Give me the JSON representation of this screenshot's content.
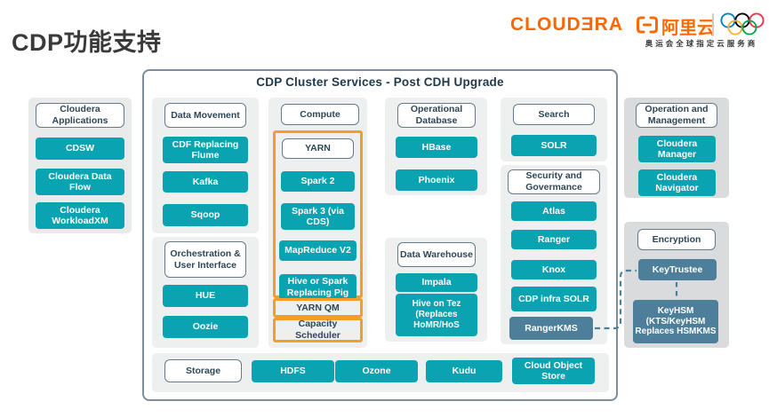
{
  "slide": {
    "title": "CDP功能支持"
  },
  "brand": {
    "cloudera_wordmark": "CLOUDƎRA",
    "alicloud_wordmark": "阿里云",
    "olympic_tagline": "奥运会全球指定云服务商"
  },
  "diagram": {
    "title": "CDP Cluster Services - Post CDH Upgrade",
    "cloudera_applications": {
      "header": "Cloudera Applications",
      "items": [
        "CDSW",
        "Cloudera Data Flow",
        "Cloudera WorkloadXM"
      ]
    },
    "data_movement": {
      "header": "Data Movement",
      "items": [
        "CDF Replacing Flume",
        "Kafka",
        "Sqoop"
      ]
    },
    "orchestration": {
      "header": "Orchestration & User Interface",
      "items": [
        "HUE",
        "Oozie"
      ]
    },
    "compute": {
      "header": "Compute",
      "yarn": "YARN",
      "items": [
        "Spark 2",
        "Spark 3 (via CDS)",
        "MapReduce V2",
        "Hive or Spark Replacing Pig"
      ],
      "yarn_qm": "YARN QM",
      "capacity_scheduler": "Capacity Scheduler"
    },
    "operational_database": {
      "header": "Operational Database",
      "items": [
        "HBase",
        "Phoenix"
      ]
    },
    "data_warehouse": {
      "header": "Data Warehouse",
      "items": [
        "Impala",
        "Hive on Tez (Replaces HoMR/HoS"
      ]
    },
    "search": {
      "header": "Search",
      "items": [
        "SOLR"
      ]
    },
    "security_governance": {
      "header": "Security and Govermance",
      "items": [
        "Atlas",
        "Ranger",
        "Knox",
        "CDP infra SOLR"
      ],
      "ranger_kms": "RangerKMS"
    },
    "storage": {
      "header": "Storage",
      "items": [
        "HDFS",
        "Ozone",
        "Kudu",
        "Cloud Object Store"
      ]
    },
    "operation_management": {
      "header": "Operation and Management",
      "items": [
        "Cloudera Manager",
        "Cloudera Navigator"
      ]
    },
    "encryption": {
      "header": "Encryption",
      "keytrustee": "KeyTrustee",
      "keyhsm": "KeyHSM (KTS/KeyHSM Replaces HSMKMS"
    }
  },
  "colors": {
    "service_teal": "#0aa3b1",
    "service_slate": "#4d7f9b",
    "highlight_orange": "#f59e27",
    "cloudera_orange": "#f96702",
    "alibaba_orange": "#ff6a00",
    "frame_gray": "#7d8d9c",
    "ring_blue": "#0081c8",
    "ring_black": "#000000",
    "ring_red": "#ee334e",
    "ring_yellow": "#fcb131",
    "ring_green": "#00a651"
  }
}
